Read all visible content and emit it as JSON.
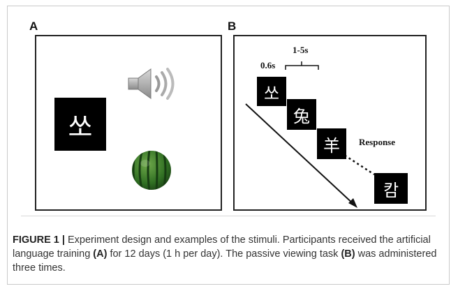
{
  "panel_a": {
    "letter": "A",
    "glyph": "쏘",
    "speaker_icon": "speaker-icon",
    "watermelon_icon": "watermelon-icon"
  },
  "panel_b": {
    "letter": "B",
    "time_1": "0.6s",
    "time_2": "1-5s",
    "glyph_1": "쏘",
    "glyph_2": "兔",
    "glyph_3": "羊",
    "glyph_4": "캄",
    "response_label": "Response"
  },
  "caption": {
    "figure_label": "FIGURE 1 |",
    "part_1": " Experiment design and examples of the stimuli. Participants received the artificial language training ",
    "ref_a": "(A)",
    "part_2": " for 12 days (1 h per day). The passive viewing task ",
    "ref_b": "(B)",
    "part_3": " was administered three times."
  }
}
